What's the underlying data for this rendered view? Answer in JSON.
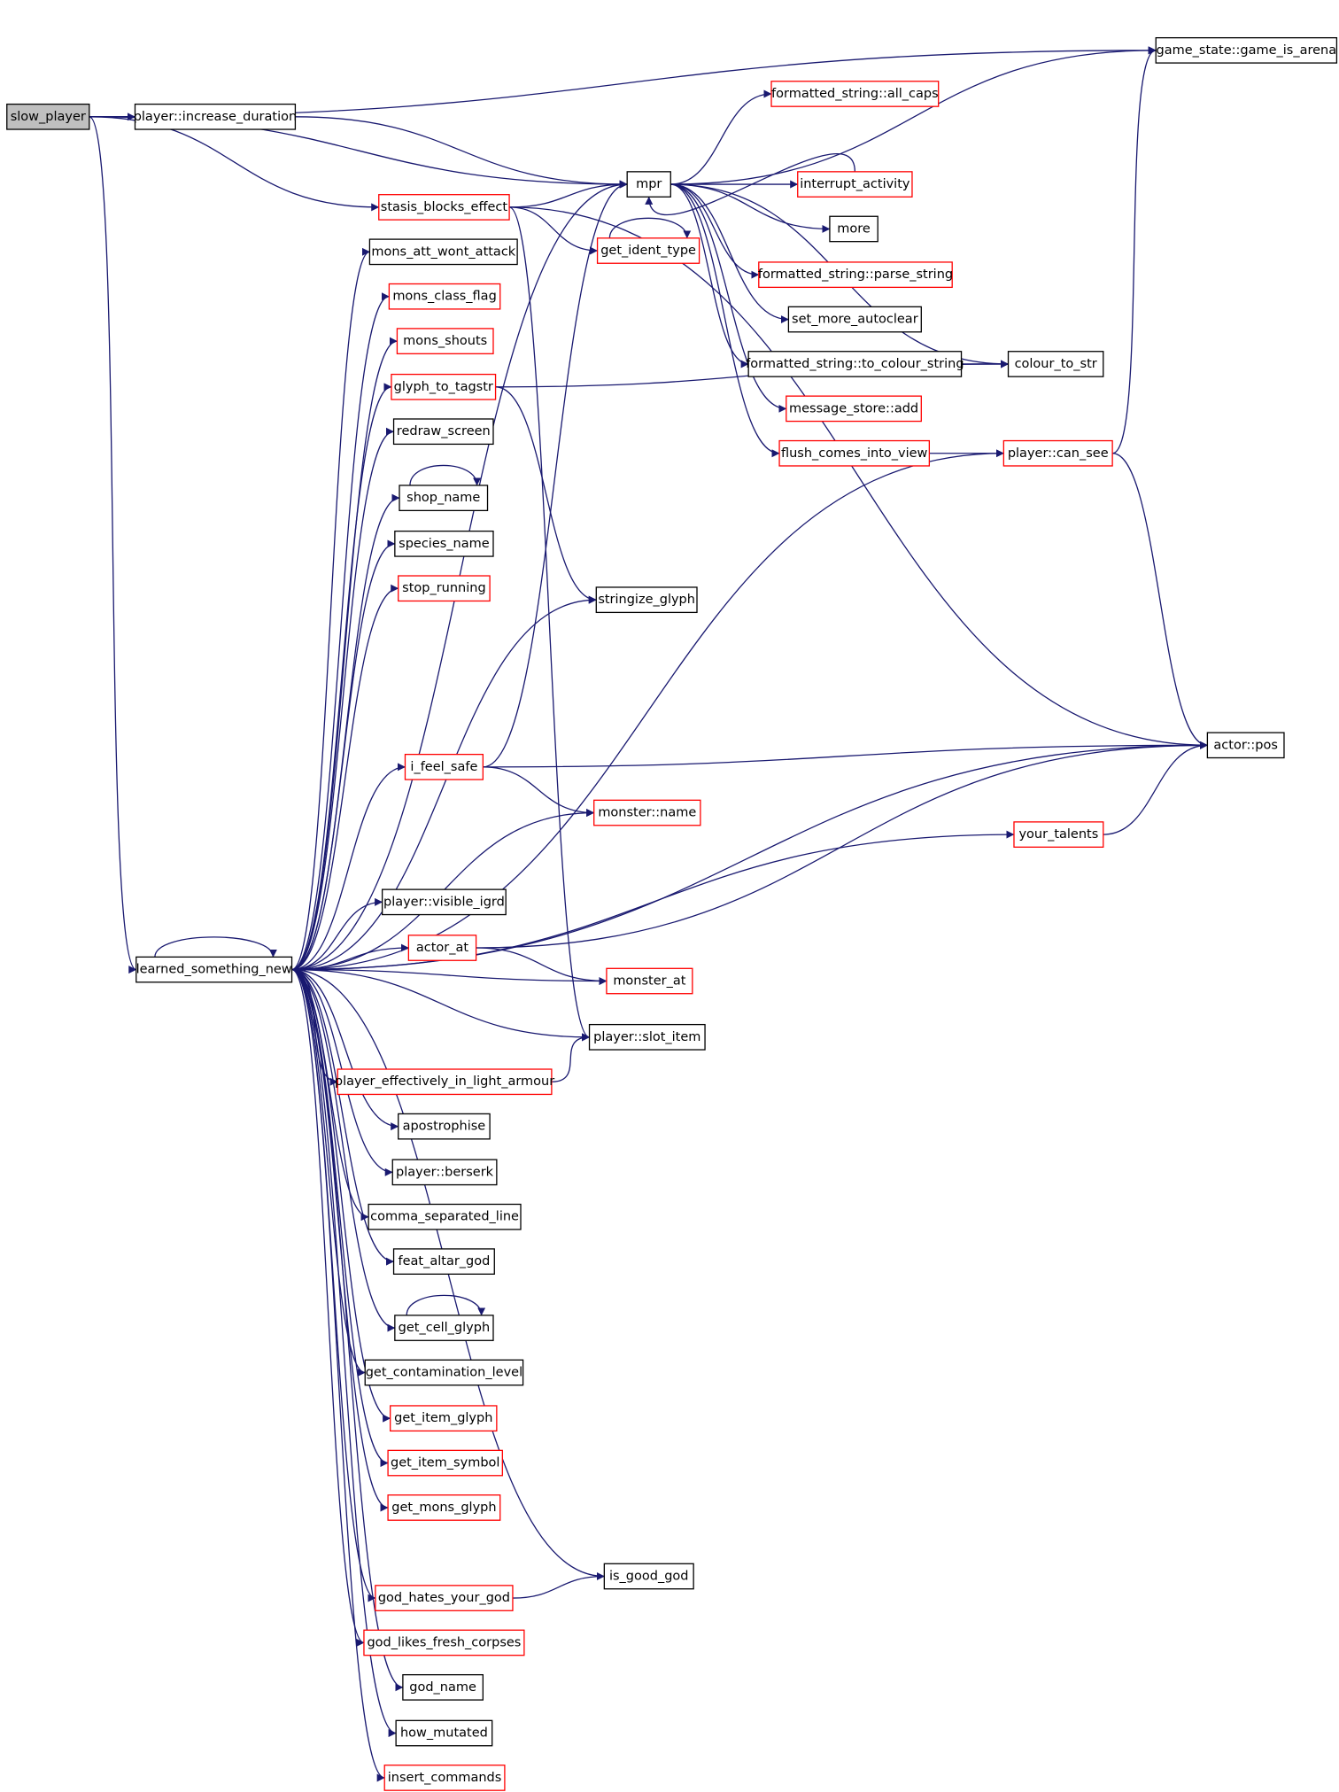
{
  "title": "",
  "colors": {
    "edge": "#191970",
    "root_fill": "#bfbfbf",
    "documented_border": "#000000",
    "undocumented_border": "#ff0000",
    "background": "#ffffff"
  },
  "nodes": [
    {
      "id": "slow_player",
      "label": "slow_player",
      "kind": "root"
    },
    {
      "id": "increase_duration",
      "label": "player::increase_duration",
      "kind": "black"
    },
    {
      "id": "game_is_arena",
      "label": "game_state::game_is_arena",
      "kind": "black"
    },
    {
      "id": "mpr",
      "label": "mpr",
      "kind": "black"
    },
    {
      "id": "stasis_blocks_effect",
      "label": "stasis_blocks_effect",
      "kind": "red"
    },
    {
      "id": "learned_something_new",
      "label": "learned_something_new",
      "kind": "black"
    },
    {
      "id": "all_caps",
      "label": "formatted_string::all_caps",
      "kind": "red"
    },
    {
      "id": "interrupt_activity",
      "label": "interrupt_activity",
      "kind": "red"
    },
    {
      "id": "more",
      "label": "more",
      "kind": "black"
    },
    {
      "id": "get_ident_type",
      "label": "get_ident_type",
      "kind": "red"
    },
    {
      "id": "parse_string",
      "label": "formatted_string::parse_string",
      "kind": "red"
    },
    {
      "id": "set_more_autoclear",
      "label": "set_more_autoclear",
      "kind": "black"
    },
    {
      "id": "to_colour_string",
      "label": "formatted_string::to_colour_string",
      "kind": "black"
    },
    {
      "id": "colour_to_str",
      "label": "colour_to_str",
      "kind": "black"
    },
    {
      "id": "message_store_add",
      "label": "message_store::add",
      "kind": "red"
    },
    {
      "id": "flush_comes_into_view",
      "label": "flush_comes_into_view",
      "kind": "red"
    },
    {
      "id": "can_see",
      "label": "player::can_see",
      "kind": "red"
    },
    {
      "id": "mons_att_wont_attack",
      "label": "mons_att_wont_attack",
      "kind": "black"
    },
    {
      "id": "mons_class_flag",
      "label": "mons_class_flag",
      "kind": "red"
    },
    {
      "id": "mons_shouts",
      "label": "mons_shouts",
      "kind": "red"
    },
    {
      "id": "glyph_to_tagstr",
      "label": "glyph_to_tagstr",
      "kind": "red"
    },
    {
      "id": "redraw_screen",
      "label": "redraw_screen",
      "kind": "black"
    },
    {
      "id": "shop_name",
      "label": "shop_name",
      "kind": "black"
    },
    {
      "id": "species_name",
      "label": "species_name",
      "kind": "black"
    },
    {
      "id": "stop_running",
      "label": "stop_running",
      "kind": "red"
    },
    {
      "id": "stringize_glyph",
      "label": "stringize_glyph",
      "kind": "black"
    },
    {
      "id": "actor_pos",
      "label": "actor::pos",
      "kind": "black"
    },
    {
      "id": "i_feel_safe",
      "label": "i_feel_safe",
      "kind": "red"
    },
    {
      "id": "monster_name",
      "label": "monster::name",
      "kind": "red"
    },
    {
      "id": "your_talents",
      "label": "your_talents",
      "kind": "red"
    },
    {
      "id": "visible_igrd",
      "label": "player::visible_igrd",
      "kind": "black"
    },
    {
      "id": "actor_at",
      "label": "actor_at",
      "kind": "red"
    },
    {
      "id": "monster_at",
      "label": "monster_at",
      "kind": "red"
    },
    {
      "id": "slot_item",
      "label": "player::slot_item",
      "kind": "black"
    },
    {
      "id": "light_armour",
      "label": "player_effectively_in_light_armour",
      "kind": "red"
    },
    {
      "id": "apostrophise",
      "label": "apostrophise",
      "kind": "black"
    },
    {
      "id": "berserk",
      "label": "player::berserk",
      "kind": "black"
    },
    {
      "id": "comma_separated_line",
      "label": "comma_separated_line",
      "kind": "black"
    },
    {
      "id": "feat_altar_god",
      "label": "feat_altar_god",
      "kind": "black"
    },
    {
      "id": "get_cell_glyph",
      "label": "get_cell_glyph",
      "kind": "black"
    },
    {
      "id": "get_contamination_level",
      "label": "get_contamination_level",
      "kind": "black"
    },
    {
      "id": "get_item_glyph",
      "label": "get_item_glyph",
      "kind": "red"
    },
    {
      "id": "get_item_symbol",
      "label": "get_item_symbol",
      "kind": "red"
    },
    {
      "id": "get_mons_glyph",
      "label": "get_mons_glyph",
      "kind": "red"
    },
    {
      "id": "is_good_god",
      "label": "is_good_god",
      "kind": "black"
    },
    {
      "id": "god_hates_your_god",
      "label": "god_hates_your_god",
      "kind": "red"
    },
    {
      "id": "god_likes_fresh_corpses",
      "label": "god_likes_fresh_corpses",
      "kind": "red"
    },
    {
      "id": "god_name",
      "label": "god_name",
      "kind": "black"
    },
    {
      "id": "how_mutated",
      "label": "how_mutated",
      "kind": "black"
    },
    {
      "id": "insert_commands",
      "label": "insert_commands",
      "kind": "red"
    }
  ],
  "edges": [
    [
      "slow_player",
      "increase_duration"
    ],
    [
      "slow_player",
      "game_is_arena"
    ],
    [
      "slow_player",
      "mpr"
    ],
    [
      "slow_player",
      "stasis_blocks_effect"
    ],
    [
      "slow_player",
      "learned_something_new"
    ],
    [
      "increase_duration",
      "mpr"
    ],
    [
      "mpr",
      "game_is_arena"
    ],
    [
      "mpr",
      "all_caps"
    ],
    [
      "mpr",
      "interrupt_activity"
    ],
    [
      "interrupt_activity",
      "mpr"
    ],
    [
      "mpr",
      "more"
    ],
    [
      "mpr",
      "parse_string"
    ],
    [
      "mpr",
      "set_more_autoclear"
    ],
    [
      "mpr",
      "to_colour_string"
    ],
    [
      "mpr",
      "colour_to_str"
    ],
    [
      "mpr",
      "message_store_add"
    ],
    [
      "mpr",
      "flush_comes_into_view"
    ],
    [
      "to_colour_string",
      "colour_to_str"
    ],
    [
      "flush_comes_into_view",
      "can_see"
    ],
    [
      "can_see",
      "game_is_arena"
    ],
    [
      "can_see",
      "actor_pos"
    ],
    [
      "stasis_blocks_effect",
      "mpr"
    ],
    [
      "stasis_blocks_effect",
      "get_ident_type"
    ],
    [
      "stasis_blocks_effect",
      "actor_pos"
    ],
    [
      "stasis_blocks_effect",
      "slot_item"
    ],
    [
      "get_ident_type",
      "get_ident_type"
    ],
    [
      "glyph_to_tagstr",
      "colour_to_str"
    ],
    [
      "glyph_to_tagstr",
      "stringize_glyph"
    ],
    [
      "shop_name",
      "shop_name"
    ],
    [
      "i_feel_safe",
      "mpr"
    ],
    [
      "i_feel_safe",
      "actor_pos"
    ],
    [
      "i_feel_safe",
      "monster_name"
    ],
    [
      "your_talents",
      "actor_pos"
    ],
    [
      "actor_at",
      "actor_pos"
    ],
    [
      "actor_at",
      "monster_at"
    ],
    [
      "light_armour",
      "slot_item"
    ],
    [
      "get_cell_glyph",
      "get_cell_glyph"
    ],
    [
      "god_hates_your_god",
      "is_good_god"
    ],
    [
      "learned_something_new",
      "learned_something_new"
    ],
    [
      "learned_something_new",
      "mpr"
    ],
    [
      "learned_something_new",
      "mons_att_wont_attack"
    ],
    [
      "learned_something_new",
      "mons_class_flag"
    ],
    [
      "learned_something_new",
      "mons_shouts"
    ],
    [
      "learned_something_new",
      "glyph_to_tagstr"
    ],
    [
      "learned_something_new",
      "redraw_screen"
    ],
    [
      "learned_something_new",
      "shop_name"
    ],
    [
      "learned_something_new",
      "species_name"
    ],
    [
      "learned_something_new",
      "stop_running"
    ],
    [
      "learned_something_new",
      "stringize_glyph"
    ],
    [
      "learned_something_new",
      "can_see"
    ],
    [
      "learned_something_new",
      "actor_pos"
    ],
    [
      "learned_something_new",
      "i_feel_safe"
    ],
    [
      "learned_something_new",
      "monster_name"
    ],
    [
      "learned_something_new",
      "your_talents"
    ],
    [
      "learned_something_new",
      "visible_igrd"
    ],
    [
      "learned_something_new",
      "actor_at"
    ],
    [
      "learned_something_new",
      "monster_at"
    ],
    [
      "learned_something_new",
      "slot_item"
    ],
    [
      "learned_something_new",
      "light_armour"
    ],
    [
      "learned_something_new",
      "apostrophise"
    ],
    [
      "learned_something_new",
      "berserk"
    ],
    [
      "learned_something_new",
      "comma_separated_line"
    ],
    [
      "learned_something_new",
      "feat_altar_god"
    ],
    [
      "learned_something_new",
      "get_cell_glyph"
    ],
    [
      "learned_something_new",
      "get_contamination_level"
    ],
    [
      "learned_something_new",
      "get_item_glyph"
    ],
    [
      "learned_something_new",
      "get_item_symbol"
    ],
    [
      "learned_something_new",
      "get_mons_glyph"
    ],
    [
      "learned_something_new",
      "is_good_god"
    ],
    [
      "learned_something_new",
      "god_hates_your_god"
    ],
    [
      "learned_something_new",
      "god_likes_fresh_corpses"
    ],
    [
      "learned_something_new",
      "god_name"
    ],
    [
      "learned_something_new",
      "how_mutated"
    ],
    [
      "learned_something_new",
      "insert_commands"
    ]
  ]
}
